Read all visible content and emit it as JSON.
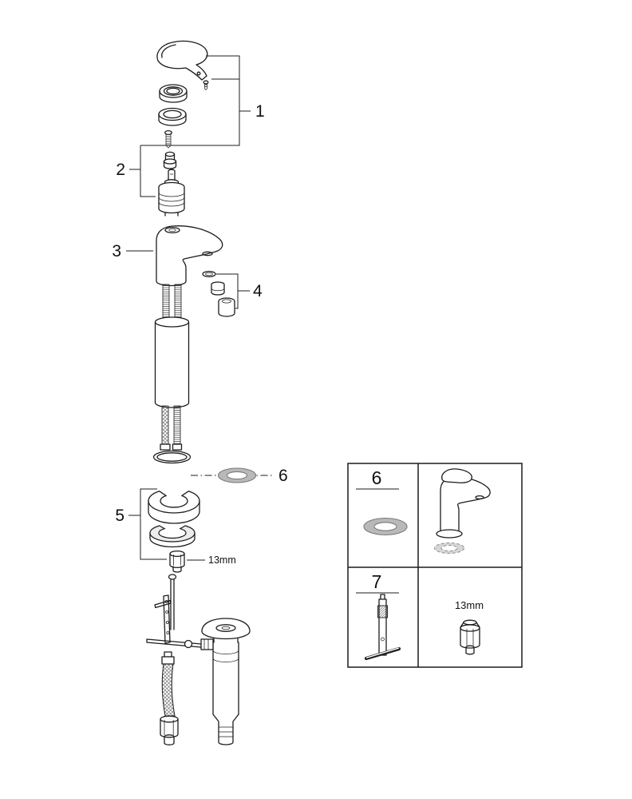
{
  "diagram": {
    "callouts": {
      "n1": "1",
      "n2": "2",
      "n3": "3",
      "n4": "4",
      "n5": "5",
      "n6": "6"
    },
    "wrench_size": "13mm"
  },
  "legend": {
    "seal_label": "6",
    "tool_label": "7",
    "wrench_label": "13mm"
  },
  "colors": {
    "line": "#1c1c1c",
    "seal_fill": "#b9b9b9",
    "seal_stroke": "#7a7a7a",
    "background": "#ffffff"
  }
}
